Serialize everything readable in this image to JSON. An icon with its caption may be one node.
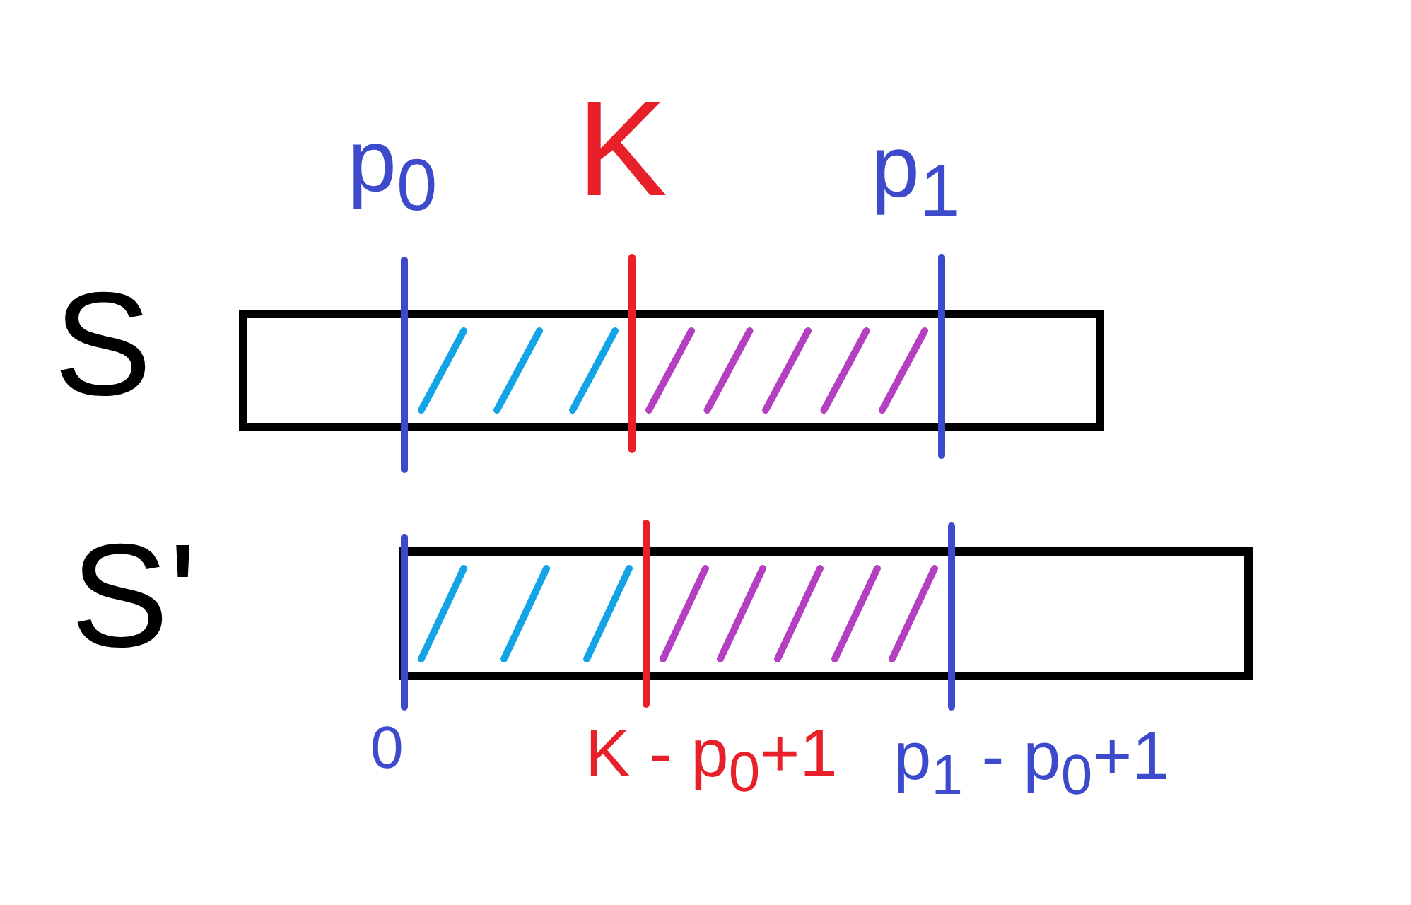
{
  "diagram": {
    "nodes": [
      {
        "text": [],
        "shape": "bar"
      },
      {
        "text": [],
        "shape": "bar"
      }
    ],
    "labels": [
      "p$_{0}$",
      "K",
      "p$_{1}$",
      "S",
      "S'",
      "0",
      "K - p$_{0}$+1",
      "p$_{1}$ - p$_{0}$+1"
    ]
  }
}
